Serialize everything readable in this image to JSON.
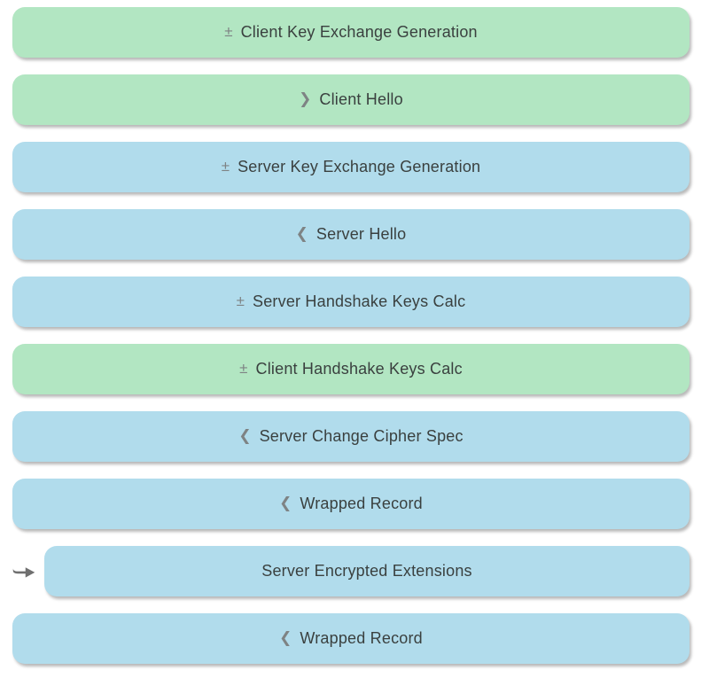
{
  "colors": {
    "client": "#b2e6c2",
    "server": "#b1dcec",
    "text": "#3a403f",
    "glyph": "#7e8384",
    "cursor_arrow": "#6f6f6f",
    "background": "#ffffff"
  },
  "icons": {
    "selected_cursor": "right-arrow"
  },
  "records": [
    {
      "side": "client",
      "icon_glyph": "±",
      "icon_name": "plus-minus-icon",
      "label": "Client Key Exchange Generation",
      "selected": false
    },
    {
      "side": "client",
      "icon_glyph": "❯",
      "icon_name": "chevron-right-icon",
      "label": "Client Hello",
      "selected": false
    },
    {
      "side": "server",
      "icon_glyph": "±",
      "icon_name": "plus-minus-icon",
      "label": "Server Key Exchange Generation",
      "selected": false
    },
    {
      "side": "server",
      "icon_glyph": "❮",
      "icon_name": "chevron-left-icon",
      "label": "Server Hello",
      "selected": false
    },
    {
      "side": "server",
      "icon_glyph": "±",
      "icon_name": "plus-minus-icon",
      "label": "Server Handshake Keys Calc",
      "selected": false
    },
    {
      "side": "client",
      "icon_glyph": "±",
      "icon_name": "plus-minus-icon",
      "label": "Client Handshake Keys Calc",
      "selected": false
    },
    {
      "side": "server",
      "icon_glyph": "❮",
      "icon_name": "chevron-left-icon",
      "label": "Server Change Cipher Spec",
      "selected": false
    },
    {
      "side": "server",
      "icon_glyph": "❮",
      "icon_name": "chevron-left-icon",
      "label": "Wrapped Record",
      "selected": false
    },
    {
      "side": "server",
      "icon_glyph": "",
      "icon_name": "",
      "label": "Server Encrypted Extensions",
      "selected": true
    },
    {
      "side": "server",
      "icon_glyph": "❮",
      "icon_name": "chevron-left-icon",
      "label": "Wrapped Record",
      "selected": false
    }
  ]
}
